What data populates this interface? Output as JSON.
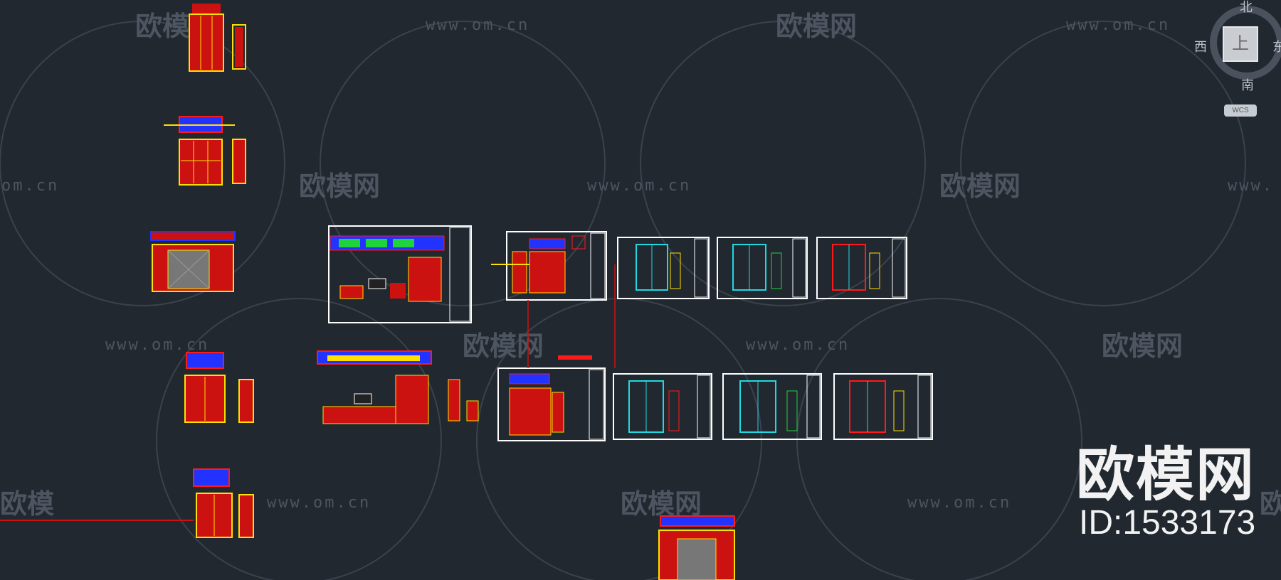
{
  "watermark": {
    "url": "www.om.cn",
    "url_partial_left": "om.cn",
    "url_partial_right": "www.",
    "brand": "欧模网",
    "brand_partial": "欧模"
  },
  "overlay": {
    "brand": "欧模网",
    "id_label": "ID:1533173"
  },
  "viewcube": {
    "north": "北",
    "south": "南",
    "west": "西",
    "east": "东",
    "face": "上",
    "coord_system": "WCS"
  },
  "colors": {
    "background": "#212830",
    "drawing_red": "#ff1a1a",
    "drawing_yellow": "#ffe000",
    "drawing_cyan": "#22d8e0",
    "drawing_blue": "#2233ff",
    "drawing_green": "#1fd43a",
    "sheet_frame": "#ffffff"
  }
}
